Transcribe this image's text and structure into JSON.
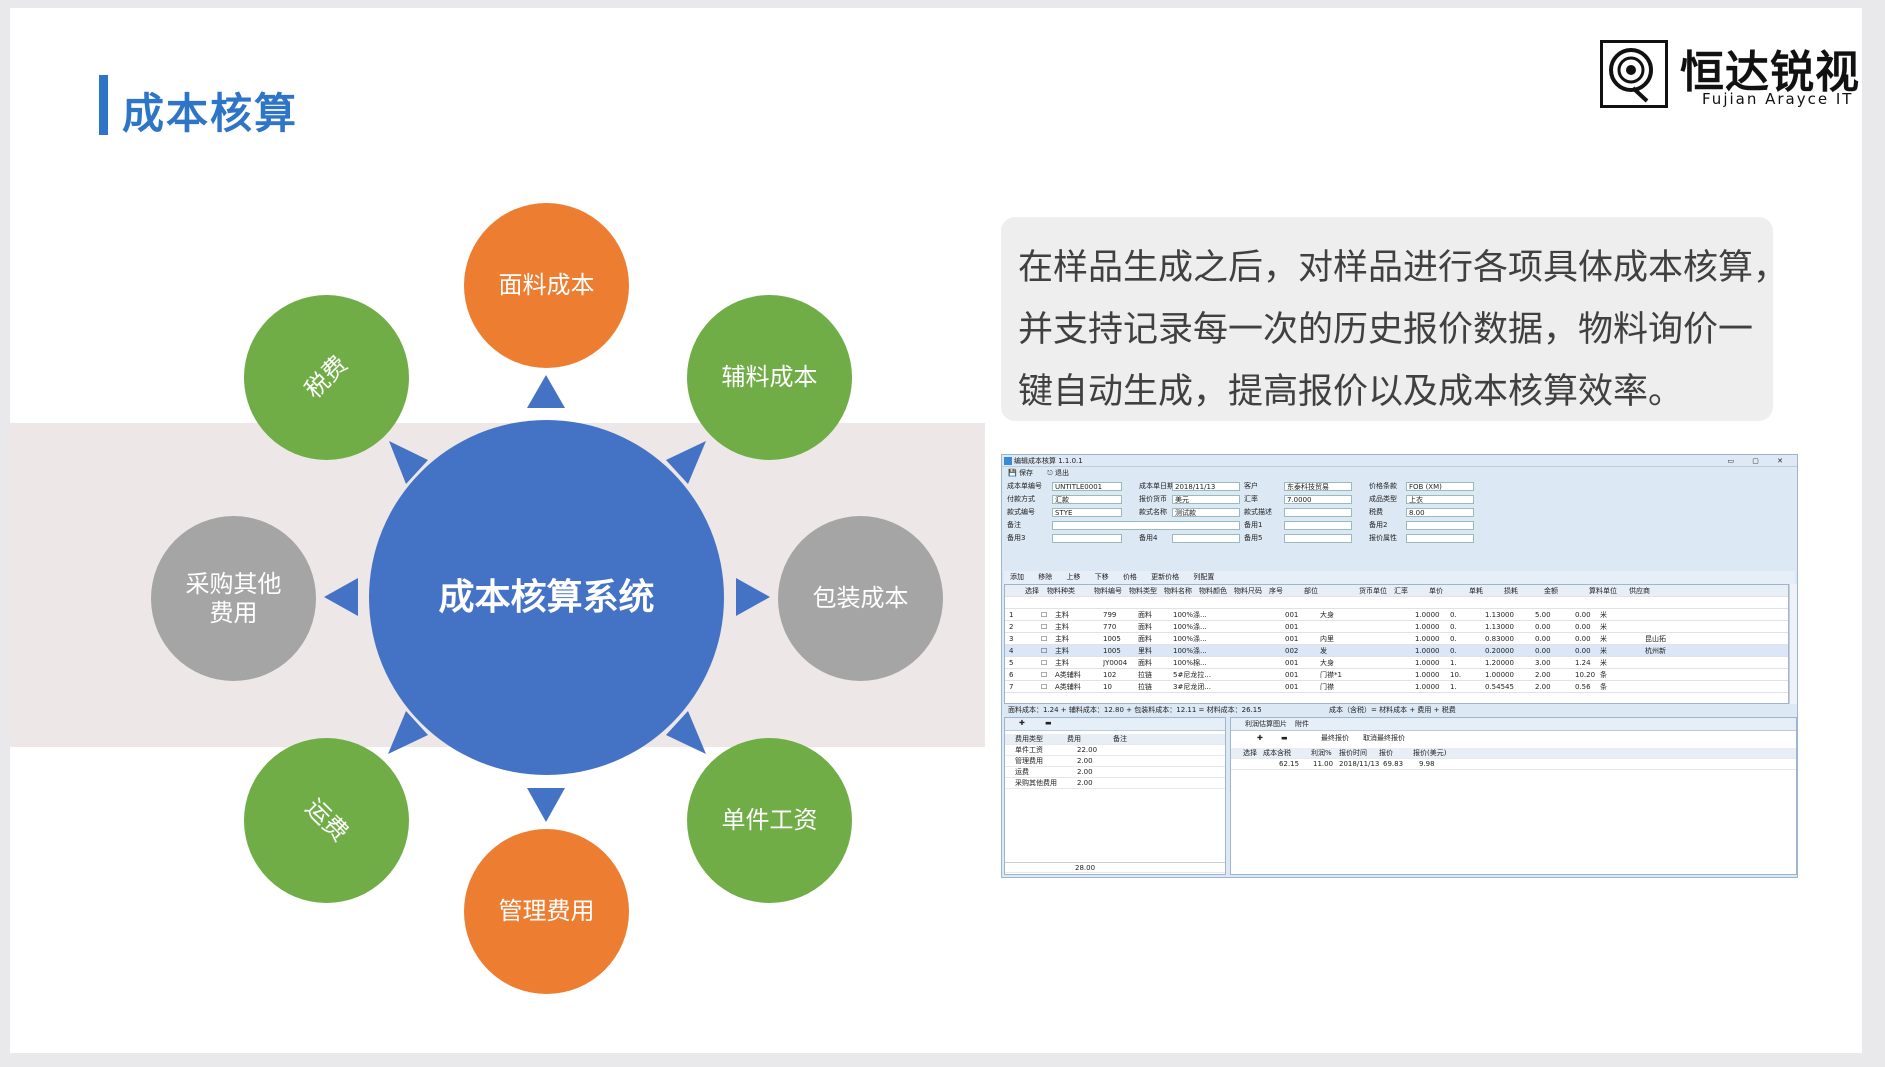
{
  "slide": {
    "title": "成本核算",
    "brand": {
      "name": "恒达锐视",
      "sub": "Fujian Arayce IT"
    }
  },
  "diagram": {
    "center": "成本核算系统",
    "nodes": [
      {
        "label": "面料成本",
        "color": "#ed7d31"
      },
      {
        "label": "辅料成本",
        "color": "#70ad47"
      },
      {
        "label": "包装成本",
        "color": "#a5a5a5"
      },
      {
        "label": "单件工资",
        "color": "#70ad47"
      },
      {
        "label": "管理费用",
        "color": "#ed7d31"
      },
      {
        "label": "运费",
        "color": "#70ad47"
      },
      {
        "label": "采购其他费用",
        "color": "#a5a5a5"
      },
      {
        "label": "税费",
        "color": "#70ad47"
      }
    ],
    "center_color": "#4472c4"
  },
  "description": {
    "lines": [
      "在样品生成之后，对样品进行各项具体成本核算，",
      "并支持记录每一次的历史报价数据，物料询价一",
      "键自动生成，提高报价以及成本核算效率。"
    ]
  },
  "screenshot": {
    "window_title": "编辑成本核算  1.1.0.1",
    "controls": "▭ ▢ ✕",
    "toolbar": [
      "保存",
      "退出"
    ],
    "form": {
      "cost_no_label": "成本单编号",
      "cost_no": "UNTITLE0001",
      "cost_date_label": "成本单日期",
      "cost_date": "2018/11/13",
      "customer_label": "客户",
      "customer": "东泰科技贸易",
      "price_terms_label": "价格条款",
      "price_terms": "FOB (XM)",
      "payment_label": "付款方式",
      "payment": "汇款",
      "quote_currency_label": "报价货币",
      "quote_currency": "美元",
      "rate_label": "汇率",
      "rate": "7.0000",
      "product_type_label": "成品类型",
      "product_type": "上衣",
      "style_no_label": "款式编号",
      "style_no": "STYE",
      "style_name_label": "款式名称",
      "style_name": "测试款",
      "style_desc_label": "款式描述",
      "tax_label": "税费",
      "tax": "8.00",
      "remark_label": "备注",
      "spare1_label": "备用1",
      "spare2_label": "备用2",
      "spare3_label": "备用3",
      "spare4_label": "备用4",
      "spare5_label": "备用5",
      "quote_attr_label": "报价属性"
    },
    "grid_toolbar": [
      "添加",
      "移除",
      "上移",
      "下移",
      "价格",
      "更新价格",
      "列配置"
    ],
    "grid_headers": [
      "选择",
      "物料种类",
      "物料编号",
      "物料类型",
      "物料名称",
      "物料颜色",
      "物料尺码",
      "序号",
      "部位",
      "货币单位",
      "汇率",
      "单价",
      "单耗",
      "损耗",
      "金额",
      "算料单位",
      "供应商"
    ],
    "grid_rows": [
      [
        "1",
        "主料",
        "799",
        "面料",
        "100%涤...",
        "001",
        "大身",
        "1.0000",
        "0.",
        "1.13000",
        "5.00",
        "0.00",
        "米",
        ""
      ],
      [
        "2",
        "主料",
        "770",
        "面料",
        "100%涤...",
        "001",
        "",
        "1.0000",
        "0.",
        "1.13000",
        "0.00",
        "0.00",
        "米",
        ""
      ],
      [
        "3",
        "主料",
        "1005",
        "面料",
        "100%涤...",
        "001",
        "内里",
        "1.0000",
        "0.",
        "0.83000",
        "0.00",
        "0.00",
        "米",
        "昆山拓"
      ],
      [
        "4",
        "主料",
        "1005",
        "里料",
        "100%涤...",
        "002",
        "发",
        "1.0000",
        "0.",
        "0.20000",
        "0.00",
        "0.00",
        "米",
        "杭州新"
      ],
      [
        "5",
        "主料",
        "JY0004",
        "面料",
        "100%棉...",
        "001",
        "大身",
        "1.0000",
        "1.",
        "1.20000",
        "3.00",
        "1.24",
        "米",
        ""
      ],
      [
        "6",
        "A类辅料",
        "102",
        "拉链",
        "5#尼龙拉...",
        "001",
        "门襟*1",
        "1.0000",
        "10.",
        "1.00000",
        "2.00",
        "10.20",
        "条",
        ""
      ],
      [
        "7",
        "A类辅料",
        "10",
        "拉链",
        "3#尼龙闭...",
        "001",
        "门襟",
        "1.0000",
        "1.",
        "0.54545",
        "2.00",
        "0.56",
        "条",
        ""
      ]
    ],
    "summary": "面料成本：1.24 + 辅料成本：12.80 + 包装料成本：12.11 = 材料成本：26.15",
    "summary_right": "成本（含税）= 材料成本 + 费用 + 税费",
    "fee_headers": [
      "费用类型",
      "费用",
      "备注"
    ],
    "fee_rows": [
      [
        "单件工资",
        "22.00"
      ],
      [
        "管理费用",
        "2.00"
      ],
      [
        "运费",
        "2.00"
      ],
      [
        "采购其他费用",
        "2.00"
      ]
    ],
    "fee_total": "28.00",
    "right_tabs": [
      "利润估算",
      "图片",
      "附件"
    ],
    "right_buttons": [
      "最终报价",
      "取消最终报价"
    ],
    "profit_headers": [
      "选择",
      "成本含税",
      "利润%",
      "报价时间",
      "报价",
      "报价(美元)"
    ],
    "profit_row": [
      "62.15",
      "11.00",
      "2018/11/13",
      "69.83",
      "9.98"
    ]
  }
}
